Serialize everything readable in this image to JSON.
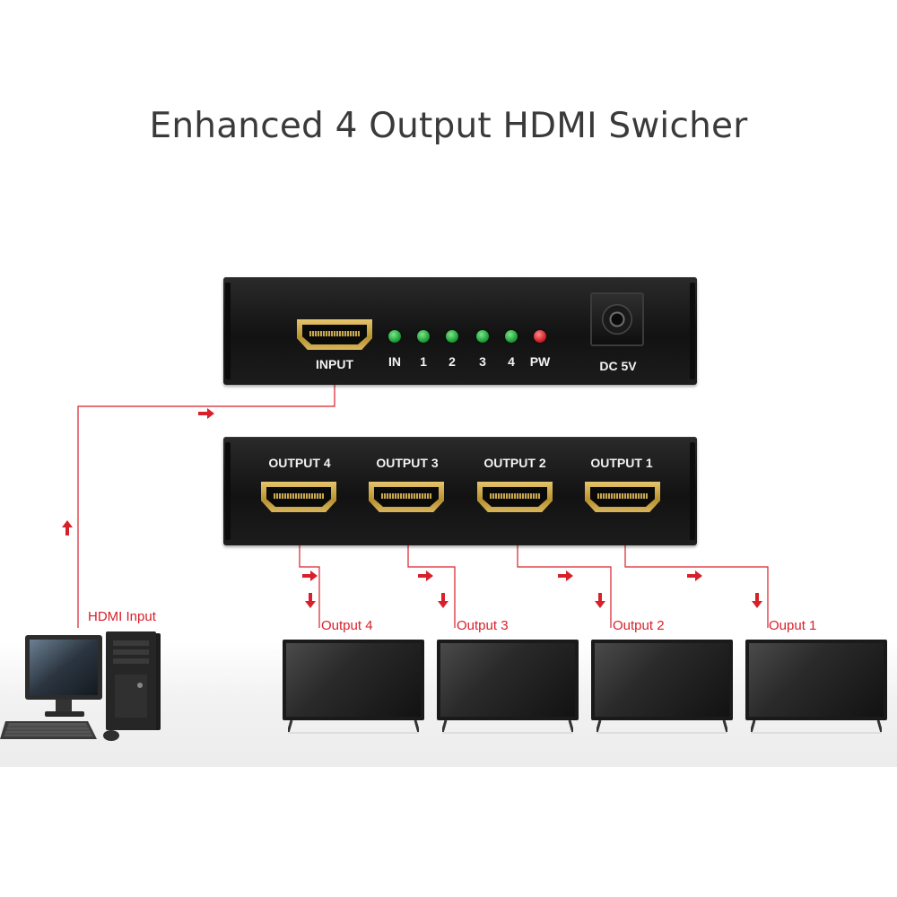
{
  "title": "Enhanced 4 Output HDMI Swicher",
  "input_device": {
    "port_label": "INPUT",
    "indicators": [
      {
        "label": "IN",
        "color": "#1fa33a"
      },
      {
        "label": "1",
        "color": "#1fa33a"
      },
      {
        "label": "2",
        "color": "#1fa33a"
      },
      {
        "label": "3",
        "color": "#1fa33a"
      },
      {
        "label": "4",
        "color": "#1fa33a"
      },
      {
        "label": "PW",
        "color": "#d2232a"
      }
    ],
    "power_label": "DC 5V"
  },
  "output_device": {
    "ports": [
      "OUTPUT 4",
      "OUTPUT 3",
      "OUTPUT 2",
      "OUTPUT 1"
    ]
  },
  "source": {
    "label": "HDMI Input",
    "icon": "desktop-computer-icon"
  },
  "displays": [
    {
      "label": "Output 4"
    },
    {
      "label": "Output 3"
    },
    {
      "label": "Output 2"
    },
    {
      "label": "Ouput 1"
    }
  ],
  "colors": {
    "connector": "#d8202a",
    "housing": "#141414",
    "port_gold": "#caa54a"
  }
}
